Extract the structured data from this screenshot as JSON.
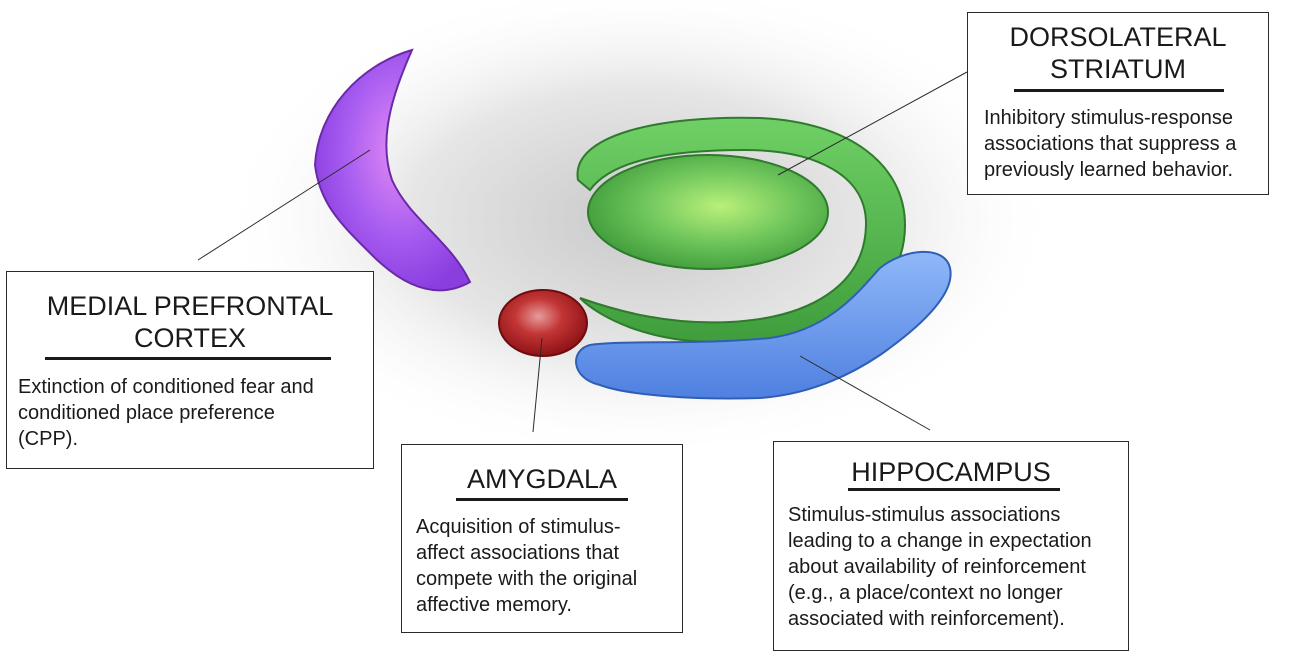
{
  "regions": {
    "dorsolateral_striatum": {
      "title": [
        "DORSOLATERAL",
        "STRIATUM"
      ],
      "body": [
        "Inhibitory stimulus-response",
        "associations that suppress a",
        "previously learned behavior."
      ],
      "color": "#6cc45a"
    },
    "medial_prefrontal_cortex": {
      "title": [
        "MEDIAL PREFRONTAL",
        "CORTEX"
      ],
      "body": [
        "Extinction of conditioned fear and",
        "conditioned place preference",
        "(CPP)."
      ],
      "color": "#b05ee8"
    },
    "amygdala": {
      "title": [
        "AMYGDALA"
      ],
      "body": [
        "Acquisition of stimulus-",
        "affect associations that",
        "compete with the original",
        "affective memory."
      ],
      "color": "#b31e22"
    },
    "hippocampus": {
      "title": [
        "HIPPOCAMPUS"
      ],
      "body": [
        "Stimulus-stimulus associations",
        "leading to a change in expectation",
        "about availability of reinforcement",
        "(e.g., a place/context no longer",
        "associated with reinforcement)."
      ],
      "color": "#6b9ef0"
    }
  }
}
